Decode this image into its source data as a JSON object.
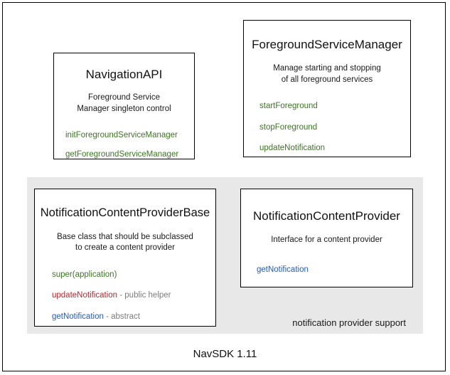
{
  "diagram": {
    "caption": "NavSDK 1.11",
    "group": {
      "label": "notification provider support",
      "background": "#e8e8e8"
    },
    "colors": {
      "method_green": "#3c7524",
      "method_red": "#b6282b",
      "method_blue": "#2a5ca8",
      "note_gray": "#7c7c7c",
      "border": "#000000",
      "page_background": "#ffffff"
    },
    "boxes": [
      {
        "id": "navigation-api",
        "title": "NavigationAPI",
        "description_line1": "Foreground Service",
        "description_line2": "Manager singleton control",
        "members": [
          {
            "name": "initForegroundServiceManager",
            "color": "green",
            "note": ""
          },
          {
            "name": "getForegroundServiceManager",
            "color": "green",
            "note": ""
          }
        ]
      },
      {
        "id": "foreground-service-manager",
        "title": "ForegroundServiceManager",
        "description_line1": "Manage starting and stopping",
        "description_line2": "of all foreground services",
        "members": [
          {
            "name": "startForeground",
            "color": "green",
            "note": ""
          },
          {
            "name": "stopForeground",
            "color": "green",
            "note": ""
          },
          {
            "name": "updateNotification",
            "color": "green",
            "note": ""
          }
        ]
      },
      {
        "id": "notification-content-provider-base",
        "title": "NotificationContentProviderBase",
        "description_line1": "Base class that should be subclassed",
        "description_line2": "to create a content provider",
        "members": [
          {
            "name": "super(application)",
            "color": "green",
            "note": ""
          },
          {
            "name": "updateNotification",
            "color": "red",
            "note": " - public helper"
          },
          {
            "name": "getNotification",
            "color": "blue",
            "note": " - abstract"
          }
        ]
      },
      {
        "id": "notification-content-provider",
        "title": "NotificationContentProvider",
        "description_line1": "Interface for a content provider",
        "description_line2": "",
        "members": [
          {
            "name": "getNotification",
            "color": "blue",
            "note": ""
          }
        ]
      }
    ]
  }
}
